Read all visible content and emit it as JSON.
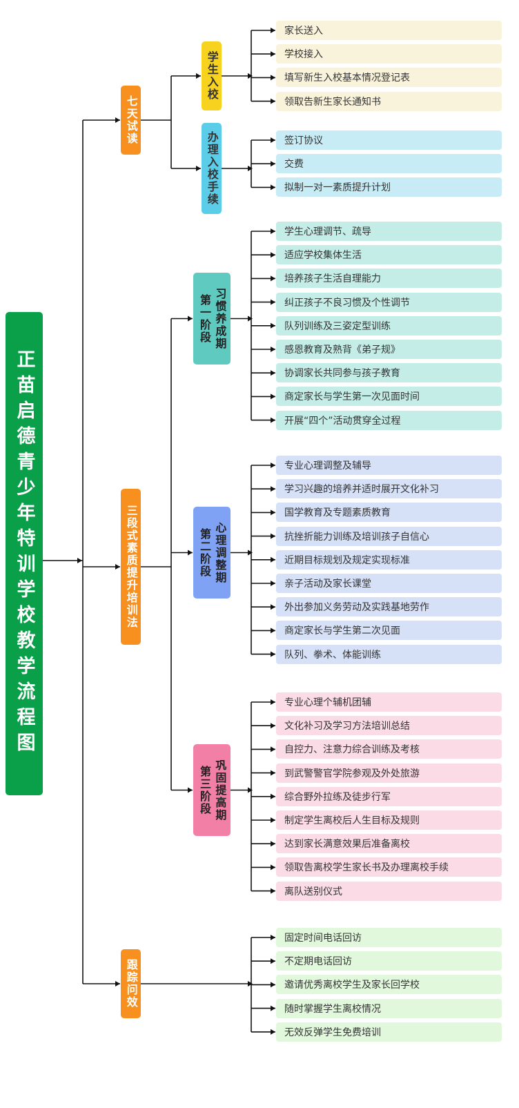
{
  "title": "正苗启德青少年特训学校教学流程图",
  "colors": {
    "root": "#0aa04a",
    "category": "#f7901e",
    "line": "#111111"
  },
  "categories": [
    {
      "label": "七天试读",
      "subs": [
        {
          "label": "学生入校",
          "label_lines": [
            "学生入校"
          ],
          "color": "#f7d21e",
          "text_color": "#333333",
          "leaf_bg": "#faf3dc",
          "items": [
            "家长送入",
            "学校接入",
            "填写新生入校基本情况登记表",
            "领取告新生家长通知书"
          ]
        },
        {
          "label": "办理入校手续",
          "label_lines": [
            "办理入校手续"
          ],
          "color": "#5ccde8",
          "text_color": "#333333",
          "leaf_bg": "#c7ecf6",
          "items": [
            "签订协议",
            "交费",
            "拟制一对一素质提升计划"
          ]
        }
      ]
    },
    {
      "label": "三段式素质提升培训法",
      "subs": [
        {
          "label": "第一阶段习惯养成期",
          "label_lines": [
            "习惯养成期",
            "第一阶段"
          ],
          "color": "#5fcac0",
          "text_color": "#222222",
          "leaf_bg": "#c5ede7",
          "items": [
            "学生心理调节、疏导",
            "适应学校集体生活",
            "培养孩子生活自理能力",
            "纠正孩子不良习惯及个性调节",
            "队列训练及三姿定型训练",
            "感恩教育及熟背《弟子规》",
            "协调家长共同参与孩子教育",
            "商定家长与学生第一次见面时间",
            "开展“四个”活动贯穿全过程"
          ]
        },
        {
          "label": "第二阶段心理调整期",
          "label_lines": [
            "心理调整期",
            "第二阶段"
          ],
          "color": "#7fa2f5",
          "text_color": "#222222",
          "leaf_bg": "#d6e0f7",
          "items": [
            "专业心理调整及辅导",
            "学习兴趣的培养并适时展开文化补习",
            "国学教育及专题素质教育",
            "抗挫折能力训练及培训孩子自信心",
            "近期目标规划及规定实现标准",
            "亲子活动及家长课堂",
            "外出参加义务劳动及实践基地劳作",
            "商定家长与学生第二次见面",
            "队列、拳术、体能训练"
          ]
        },
        {
          "label": "第三阶段巩固提高期",
          "label_lines": [
            "巩固提高期",
            "第三阶段"
          ],
          "color": "#f280a6",
          "text_color": "#222222",
          "leaf_bg": "#fbdbe5",
          "items": [
            "专业心理个辅机团辅",
            "文化补习及学习方法培训总结",
            "自控力、注意力综合训练及考核",
            "到武警警官学院参观及外处旅游",
            "综合野外拉练及徒步行军",
            "制定学生离校后人生目标及规则",
            "达到家长满意效果后准备离校",
            "领取告离校学生家长书及办理离校手续",
            "离队送别仪式"
          ]
        }
      ]
    },
    {
      "label": "跟踪问效",
      "subs": [
        {
          "label": "",
          "label_lines": [],
          "color": "",
          "text_color": "",
          "leaf_bg": "#e2f8dd",
          "items": [
            "固定时间电话回访",
            "不定期电话回访",
            "邀请优秀离校学生及家长回学校",
            "随时掌握学生离校情况",
            "无效反弹学生免费培训"
          ]
        }
      ]
    }
  ]
}
